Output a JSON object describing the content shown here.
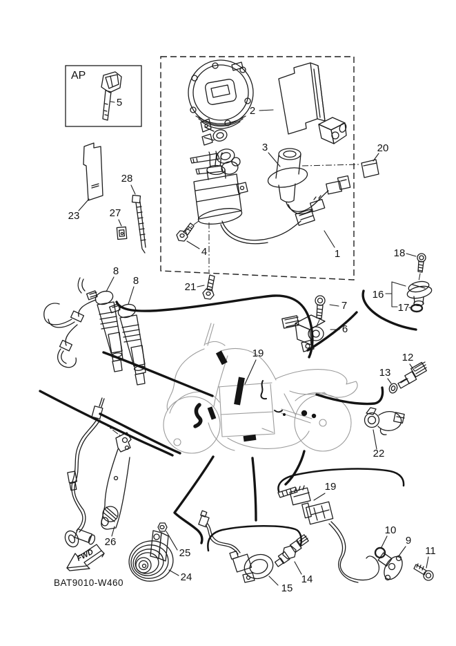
{
  "doc": {
    "part_code": "BAT9010-W460",
    "inset_label": "AP",
    "fwd_label": "FWD"
  },
  "colors": {
    "line": "#1c1c1c",
    "bike_outline": "#9a9a9a",
    "background": "#ffffff"
  },
  "callouts": {
    "n1": "1",
    "n2": "2",
    "n3": "3",
    "n4": "4",
    "n5": "5",
    "n6": "6",
    "n7": "7",
    "n8a": "8",
    "n8b": "8",
    "n9": "9",
    "n10": "10",
    "n11": "11",
    "n12": "12",
    "n13": "13",
    "n14": "14",
    "n15": "15",
    "n16": "16",
    "n17": "17",
    "n18": "18",
    "n19a": "19",
    "n19b": "19",
    "n20": "20",
    "n21": "21",
    "n22": "22",
    "n23": "23",
    "n24": "24",
    "n25": "25",
    "n26": "26",
    "n27": "27",
    "n28": "28"
  }
}
